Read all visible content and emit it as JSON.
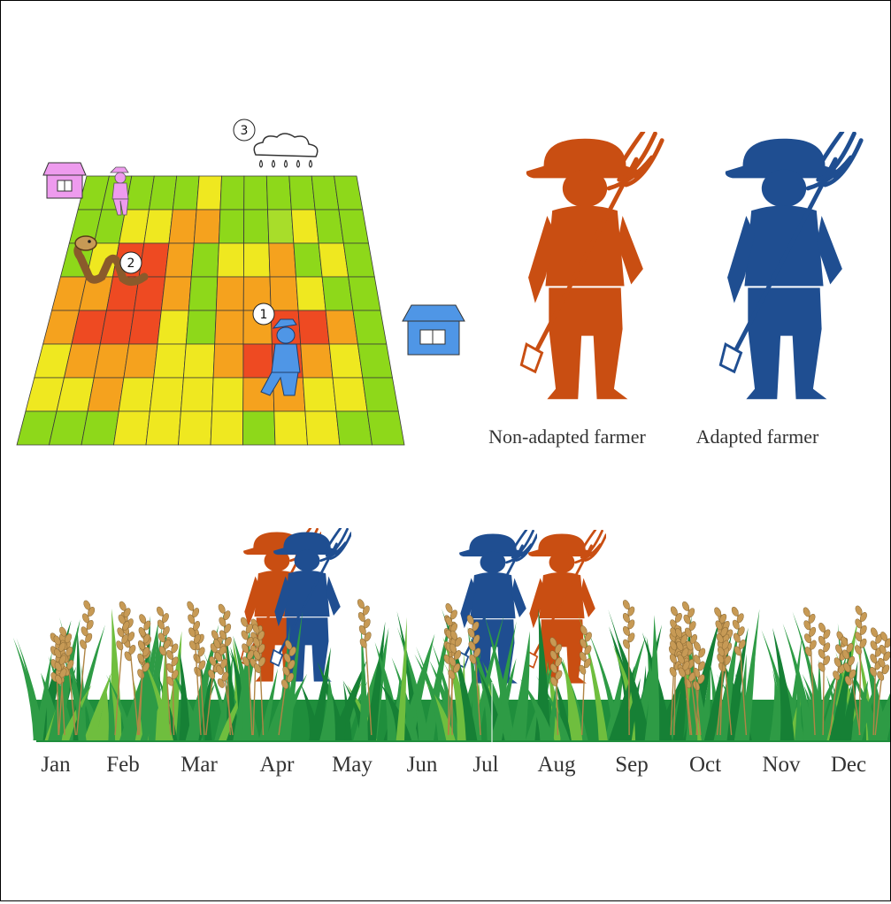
{
  "colors": {
    "non_adapted": "#C94E12",
    "adapted": "#1F4E91",
    "house_field": "#EE9BEE",
    "house_right": "#4F96E6",
    "grass_dark": "#1E8A3A",
    "grass_light": "#7CC242",
    "wheat": "#C79A55"
  },
  "grid": {
    "rows": 8,
    "cols": 12,
    "cells": [
      "lllllyllllll",
      "llyyoollgyll",
      "lyrrolyyolyl",
      "oorroloooyll",
      "orrryloorrol",
      "yoooyyorroyl",
      "yyoyyyyooyyl",
      "lllyyyylyyll"
    ],
    "palette": {
      "l": "#8ED81A",
      "g": "#A8DD2A",
      "y": "#EFE820",
      "o": "#F5A21E",
      "r": "#EE4A22"
    }
  },
  "markers": [
    "1",
    "2",
    "3"
  ],
  "legend": {
    "non_adapted_label": "Non-adapted farmer",
    "adapted_label": "Adapted farmer"
  },
  "timeline": {
    "months": [
      "Jan",
      "Feb",
      "Mar",
      "Apr",
      "May",
      "Jun",
      "Jul",
      "Aug",
      "Sep",
      "Oct",
      "Nov",
      "Dec"
    ]
  },
  "icons": [
    "house-icon",
    "farmer-icon",
    "snake-icon",
    "rain-cloud-icon",
    "pitchfork-icon",
    "crop-field-icon"
  ]
}
